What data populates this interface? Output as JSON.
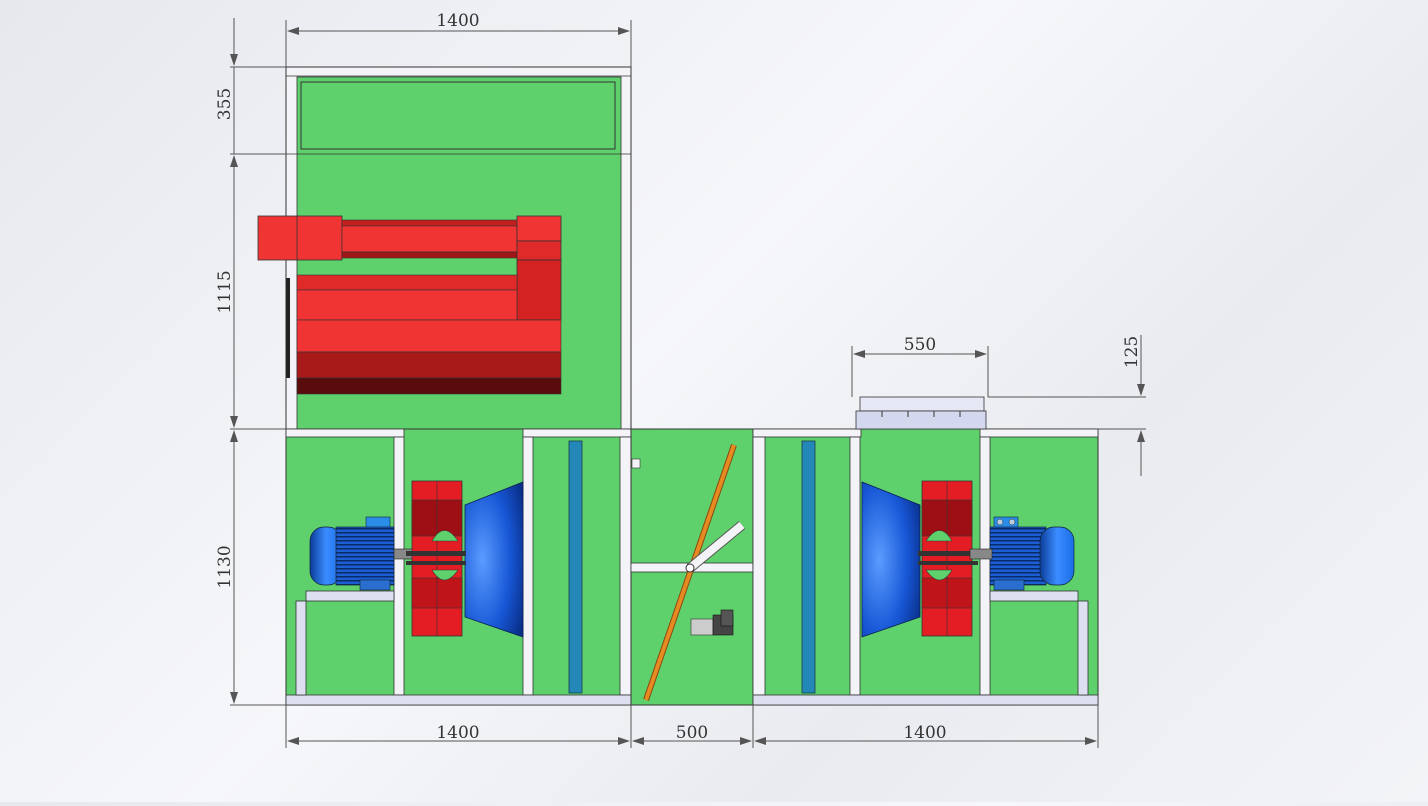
{
  "dimensions": {
    "top_width": "1400",
    "top_height_small": "355",
    "top_height_large": "1115",
    "bottom_height": "1130",
    "bottom_left_width": "1400",
    "bottom_mid_width": "500",
    "bottom_right_width": "1400",
    "outlet_width": "550",
    "outlet_height": "125"
  },
  "colors": {
    "housing_green": "#5fd16c",
    "frame_white": "#f4f4f8",
    "heater_red": "#f03434",
    "heater_dark": "#a11616",
    "fan_red": "#e41d24",
    "cone_blue": "#1757d6",
    "motor_blue": "#1b6ee8",
    "damper_orange": "#e68a22",
    "filter_blue": "#2387b8",
    "dim_line": "#555555"
  }
}
